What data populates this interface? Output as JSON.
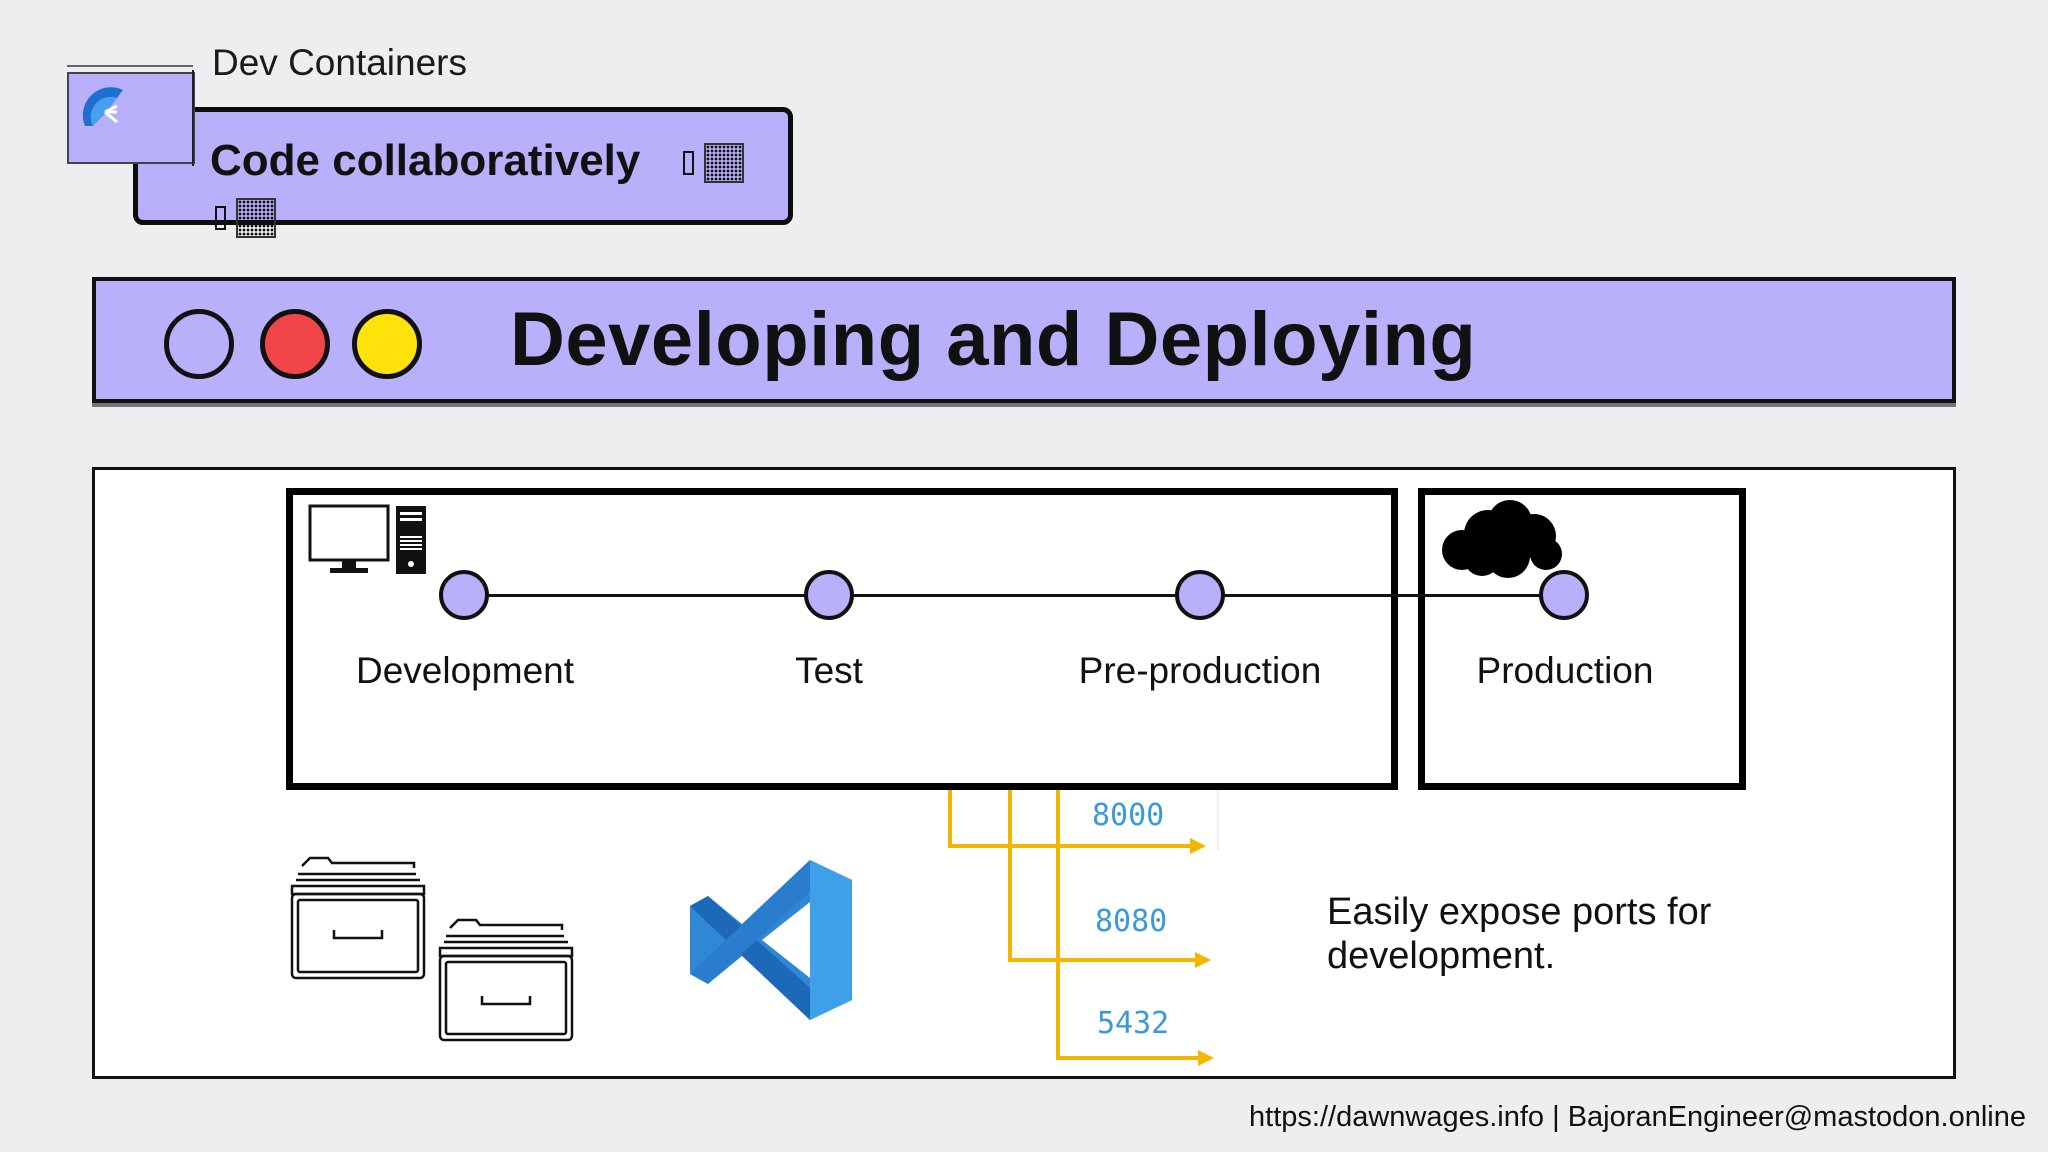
{
  "app": {
    "label": "Dev Containers"
  },
  "header": {
    "subtitle": "Code collaboratively",
    "logo_icon": "dev-containers-logo"
  },
  "title_bar": {
    "title": "Developing and Deploying",
    "dots": [
      {
        "name": "empty-circle",
        "color": "#b8b0fa"
      },
      {
        "name": "red-circle",
        "color": "#f2454a"
      },
      {
        "name": "yellow-circle",
        "color": "#ffe30a"
      }
    ]
  },
  "stages": [
    {
      "label": "Development"
    },
    {
      "label": "Test"
    },
    {
      "label": "Pre-production"
    },
    {
      "label": "Production"
    }
  ],
  "icons": {
    "dev": "desktop-computer-icon",
    "prod": "cloud-icon",
    "storage": "file-drawer-icon",
    "editor": "vscode-icon"
  },
  "ports": {
    "items": [
      "8000",
      "8080",
      "5432"
    ],
    "note": "Easily expose ports for development.",
    "arrow_color": "#f5b400"
  },
  "footer": {
    "text": "https://dawnwages.info | BajoranEngineer@mastodon.online"
  }
}
